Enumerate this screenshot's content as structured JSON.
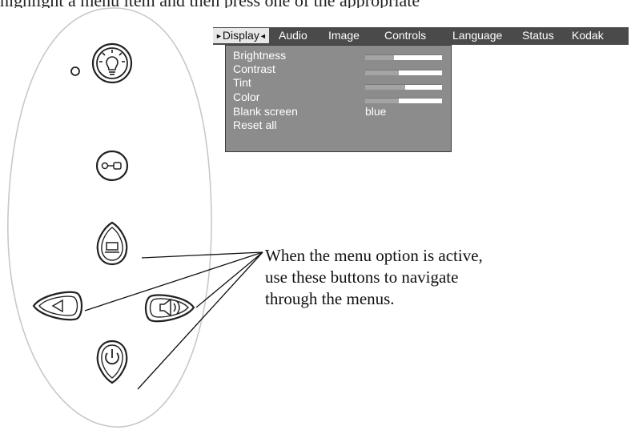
{
  "header_fragment": "highlight a menu item and then press one of the appropriate",
  "menu_bar": {
    "tabs": [
      {
        "label": "Display",
        "active": true
      },
      {
        "label": "Audio",
        "active": false
      },
      {
        "label": "Image",
        "active": false
      },
      {
        "label": "Controls",
        "active": false
      },
      {
        "label": "Language",
        "active": false
      },
      {
        "label": "Status",
        "active": false
      },
      {
        "label": "Kodak",
        "active": false
      }
    ],
    "active_left_marker": "►",
    "active_right_marker": "◄"
  },
  "display_menu": {
    "brightness": {
      "label": "Brightness",
      "level": 0.62
    },
    "contrast": {
      "label": "Contrast",
      "level": 0.56
    },
    "tint": {
      "label": "Tint",
      "level": 0.48
    },
    "color": {
      "label": "Color",
      "level": 0.56
    },
    "blank_screen": {
      "label": "Blank screen",
      "value": "blue"
    },
    "reset_all": {
      "label": "Reset all"
    }
  },
  "caption": {
    "line1": "When the menu option is active,",
    "line2": "use these buttons to navigate",
    "line3": "through the menus."
  },
  "colors": {
    "menu_bar_bg": "#4a4a4a",
    "submenu_bg": "#8c8c8c",
    "active_tab_bg": "#e8e8e8",
    "remote_outline": "#c8c8c8",
    "button_stroke": "#222222"
  },
  "icons": [
    "bulb-icon",
    "key-icon",
    "menu-icon",
    "volume-down-icon",
    "volume-up-icon",
    "power-icon",
    "led-indicator"
  ]
}
